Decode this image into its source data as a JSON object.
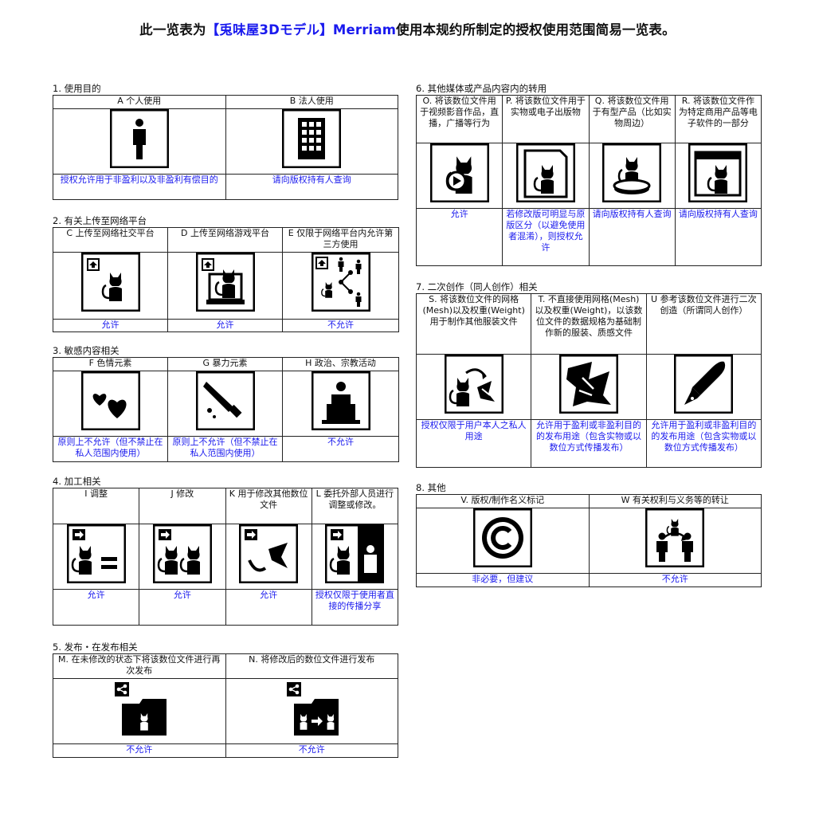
{
  "title": {
    "pre": "此一览表为",
    "highlight": "【兎味屋3Dモデル】Merriam",
    "post": "使用本规约所制定的授权使用范围简易一览表。"
  },
  "sections": {
    "s1": {
      "title": "1. 使用目的",
      "cells": [
        {
          "head": "A 个人使用",
          "icon": "person-icon",
          "result": "授权允许用于非盈利以及非盈利有偿目的"
        },
        {
          "head": "B 法人使用",
          "icon": "office-building-icon",
          "result": "请向版权持有人查询"
        }
      ]
    },
    "s2": {
      "title": "2. 有关上传至网络平台",
      "cells": [
        {
          "head": "C 上传至网络社交平台",
          "icon": "upload-social-icon",
          "result": "允许"
        },
        {
          "head": "D 上传至网络游戏平台",
          "icon": "upload-game-icon",
          "result": "允许"
        },
        {
          "head": "E 仅限于网络平台内允许第三方使用",
          "icon": "share-third-party-icon",
          "result": "不允许"
        }
      ]
    },
    "s3": {
      "title": "3. 敏感内容相关",
      "cells": [
        {
          "head": "F 色情元素",
          "icon": "hearts-icon",
          "result": "原则上不允许（但不禁止在私人范围内使用）"
        },
        {
          "head": "G 暴力元素",
          "icon": "knife-icon",
          "result": "原则上不允许（但不禁止在私人范围内使用）"
        },
        {
          "head": "H 政治、宗教活动",
          "icon": "podium-speaker-icon",
          "result": "不允许"
        }
      ]
    },
    "s4": {
      "title": "4. 加工相关",
      "cells": [
        {
          "head": "I 调整",
          "icon": "adjust-icon",
          "result": "允许"
        },
        {
          "head": "J 修改",
          "icon": "modify-icon",
          "result": "允许"
        },
        {
          "head": "K 用于修改其他数位文件",
          "icon": "modify-other-icon",
          "result": "允许"
        },
        {
          "head": "L 委托外部人员进行调整或修改。",
          "icon": "outsource-icon",
          "result": "授权仅限于使用者直接的传播分享"
        }
      ]
    },
    "s5": {
      "title": "5. 发布・在发布相关",
      "cells": [
        {
          "head": "M. 在未修改的状态下将该数位文件进行再次发布",
          "icon": "redistribute-icon",
          "result": "不允许"
        },
        {
          "head": "N. 将修改后的数位文件进行发布",
          "icon": "distribute-modified-icon",
          "result": "不允许"
        }
      ]
    },
    "s6": {
      "title": "6. 其他媒体或产品内容内的转用",
      "cells": [
        {
          "head": "O. 将该数位文件用于视频影音作品，直播，广播等行为",
          "icon": "video-play-icon",
          "result": "允许"
        },
        {
          "head": "P. 将该数位文件用于实物或电子出版物",
          "icon": "publication-icon",
          "result": "若修改版可明显与原版区分（以避免使用者混淆），则授权允许"
        },
        {
          "head": "Q. 将该数位文件用于有型产品（比如实物周边）",
          "icon": "figure-icon",
          "result": "请向版权持有人查询"
        },
        {
          "head": "R. 将该数位文件作为特定商用产品等电子软件的一部分",
          "icon": "software-window-icon",
          "result": "请向版权持有人查询"
        }
      ]
    },
    "s7": {
      "title": "7. 二次创作（同人创作）相关",
      "cells": [
        {
          "head": "S. 将该数位文件的网格(Mesh)以及权重(Weight)用于制作其他服装文件",
          "icon": "mesh-clothing-icon",
          "result": "授权仅限于用户本人之私人用途"
        },
        {
          "head": "T. 不直接使用网格(Mesh)以及权重(Weight)，以该数位文件的数据规格为基础制作新的服装、质感文件",
          "icon": "fabric-icon",
          "result": "允许用于盈利或非盈利目的的发布用途（包含实物或以数位方式传播发布）"
        },
        {
          "head": "U 参考该数位文件进行二次创造（所谓同人创作）",
          "icon": "pen-nib-icon",
          "result": "允许用于盈利或非盈利目的的发布用途（包含实物或以数位方式传播发布）"
        }
      ]
    },
    "s8": {
      "title": "8. 其他",
      "cells": [
        {
          "head": "V. 版权/制作名义标记",
          "icon": "copyright-icon",
          "result": "非必要，但建议"
        },
        {
          "head": "W 有关权利与义务等的转让",
          "icon": "transfer-rights-icon",
          "result": "不允许"
        }
      ]
    }
  }
}
